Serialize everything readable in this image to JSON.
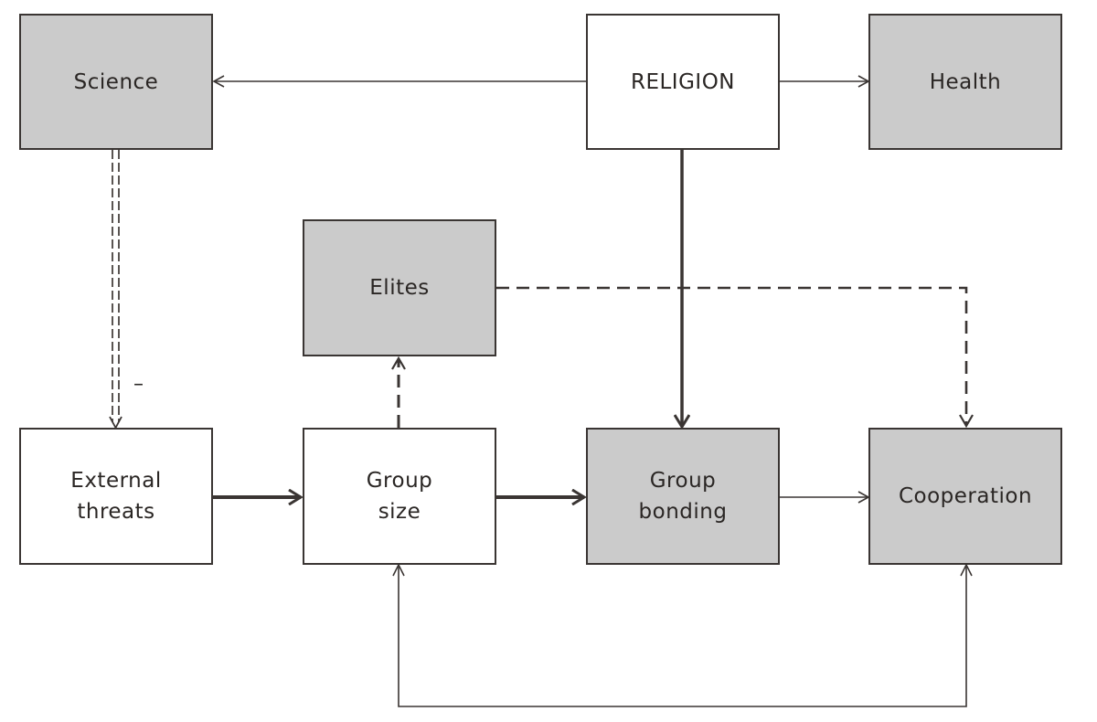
{
  "diagram": {
    "nodes": [
      {
        "id": "science",
        "label": "Science",
        "shaded": true
      },
      {
        "id": "religion",
        "label": "RELIGION",
        "shaded": false
      },
      {
        "id": "health",
        "label": "Health",
        "shaded": true
      },
      {
        "id": "elites",
        "label": "Elites",
        "shaded": true
      },
      {
        "id": "external_threats",
        "label": "External\nthreats",
        "shaded": false
      },
      {
        "id": "group_size",
        "label": "Group\nsize",
        "shaded": false
      },
      {
        "id": "group_bonding",
        "label": "Group\nbonding",
        "shaded": true
      },
      {
        "id": "cooperation",
        "label": "Cooperation",
        "shaded": true
      }
    ],
    "edges": [
      {
        "from": "religion",
        "to": "science",
        "style": "thin"
      },
      {
        "from": "religion",
        "to": "health",
        "style": "thin"
      },
      {
        "from": "religion",
        "to": "group_bonding",
        "style": "thick"
      },
      {
        "from": "science",
        "to": "external_threats",
        "style": "double-dashed",
        "sign": "–"
      },
      {
        "from": "external_threats",
        "to": "group_size",
        "style": "thick"
      },
      {
        "from": "group_size",
        "to": "group_bonding",
        "style": "thick"
      },
      {
        "from": "group_bonding",
        "to": "cooperation",
        "style": "thin"
      },
      {
        "from": "group_size",
        "to": "elites",
        "style": "dashed"
      },
      {
        "from": "elites",
        "to": "cooperation",
        "style": "dashed"
      },
      {
        "from": "cooperation",
        "to": "group_size",
        "style": "thin-feedback"
      }
    ],
    "colors": {
      "shaded": "#cbcbcb",
      "line": "#3a3533"
    }
  }
}
